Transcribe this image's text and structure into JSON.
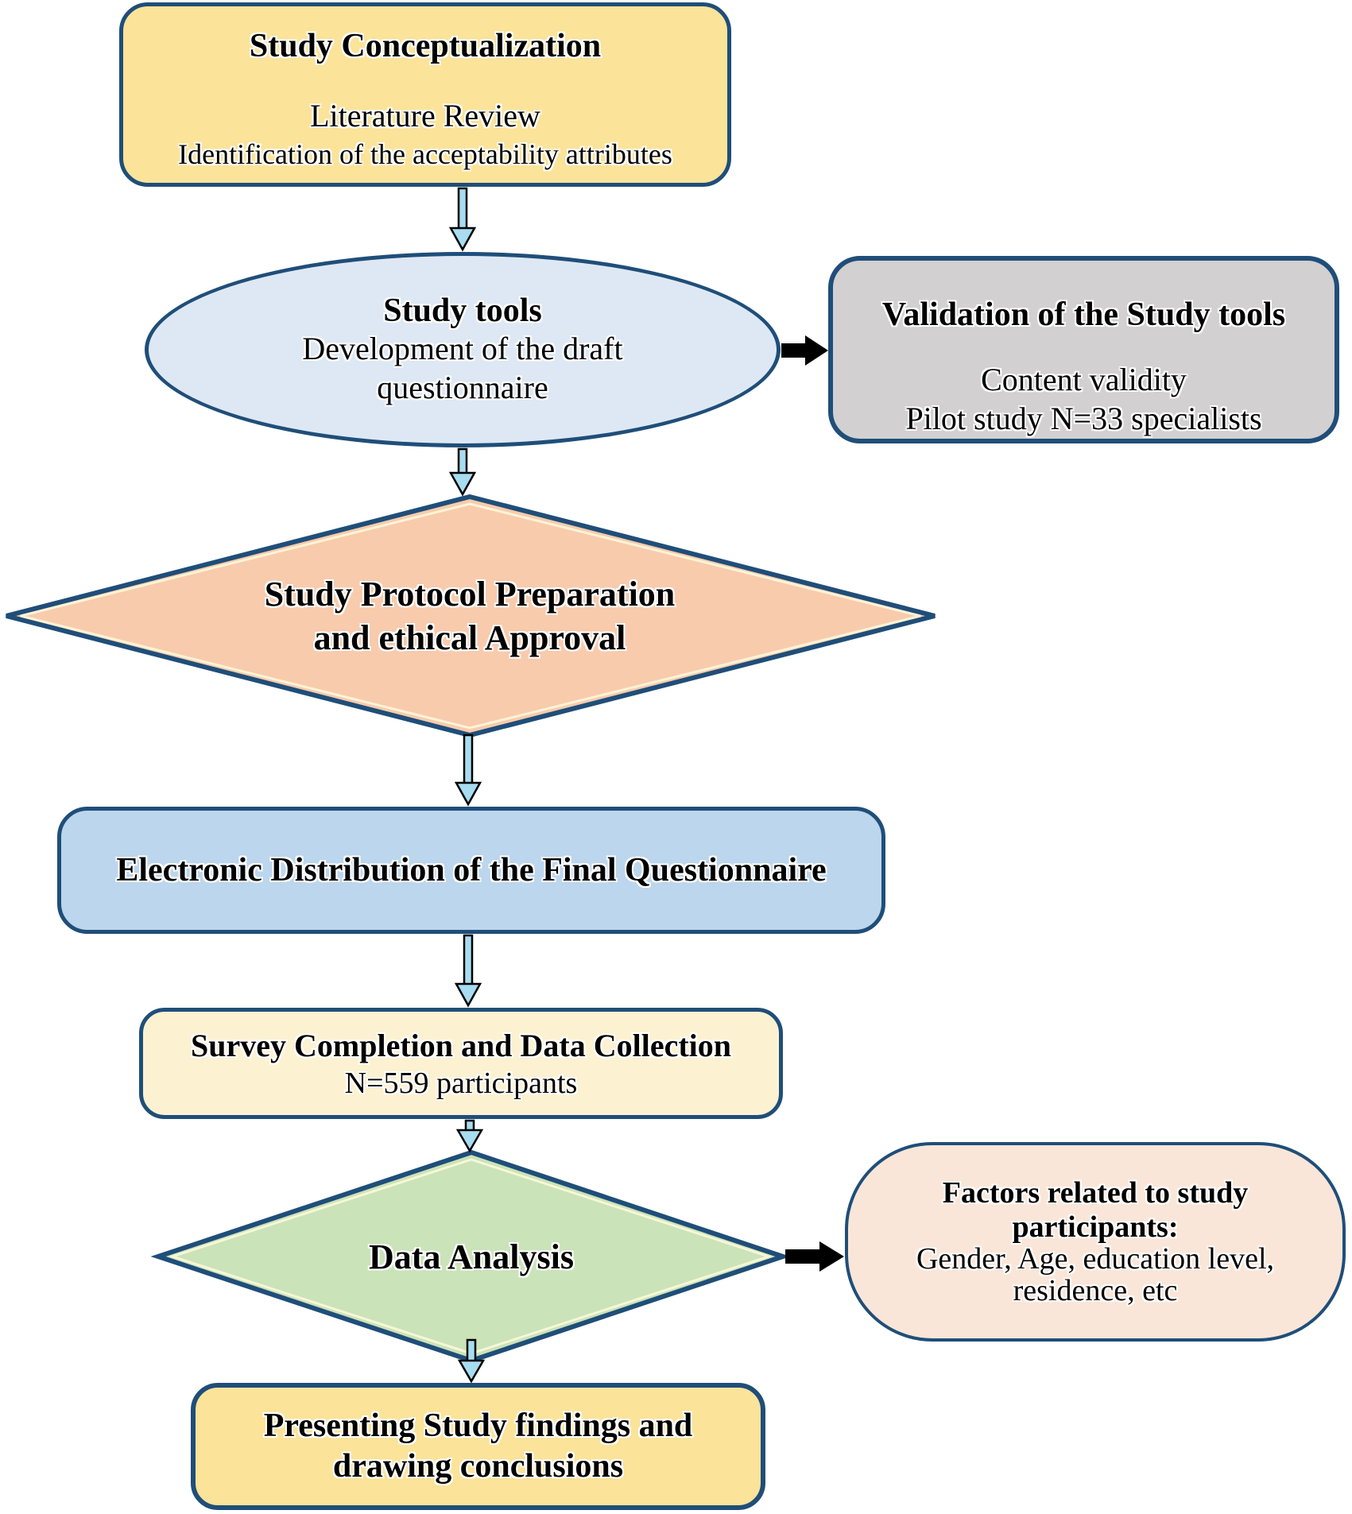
{
  "diagram": {
    "nodes": {
      "conceptualization": {
        "title": "Study Conceptualization",
        "line1": "Literature Review",
        "line2": "Identification of the acceptability attributes"
      },
      "study_tools": {
        "title": "Study tools",
        "line1": "Development of the draft",
        "line2": "questionnaire"
      },
      "validation": {
        "title": "Validation of the Study tools",
        "line1": "Content validity",
        "line2": "Pilot study N=33 specialists"
      },
      "protocol": {
        "line1": "Study Protocol Preparation",
        "line2": "and ethical Approval"
      },
      "distribution": {
        "title": "Electronic Distribution of the Final Questionnaire"
      },
      "survey": {
        "title": "Survey Completion and Data Collection",
        "line1": "N=559 participants"
      },
      "analysis": {
        "title": "Data Analysis"
      },
      "factors": {
        "title1": "Factors related to study",
        "title2": "participants:",
        "line1": "Gender, Age, education level,",
        "line2": "residence, etc"
      },
      "findings": {
        "line1": "Presenting Study findings and",
        "line2": "drawing conclusions"
      }
    },
    "colors": {
      "border_navy": "#1F4E79",
      "yellow_box": "#FBE399",
      "cream_box": "#FCF2D2",
      "ellipse_blue": "#DEE8F4",
      "distribution_blue": "#BCD6ED",
      "protocol_peach": "#F8CBAD",
      "analysis_green": "#CBE3B9",
      "factors_pink": "#FAE6D8",
      "validation_gray": "#D2D0D0",
      "arrow_core_blue": "#A8DCF0",
      "arrow_black": "#000000"
    }
  }
}
